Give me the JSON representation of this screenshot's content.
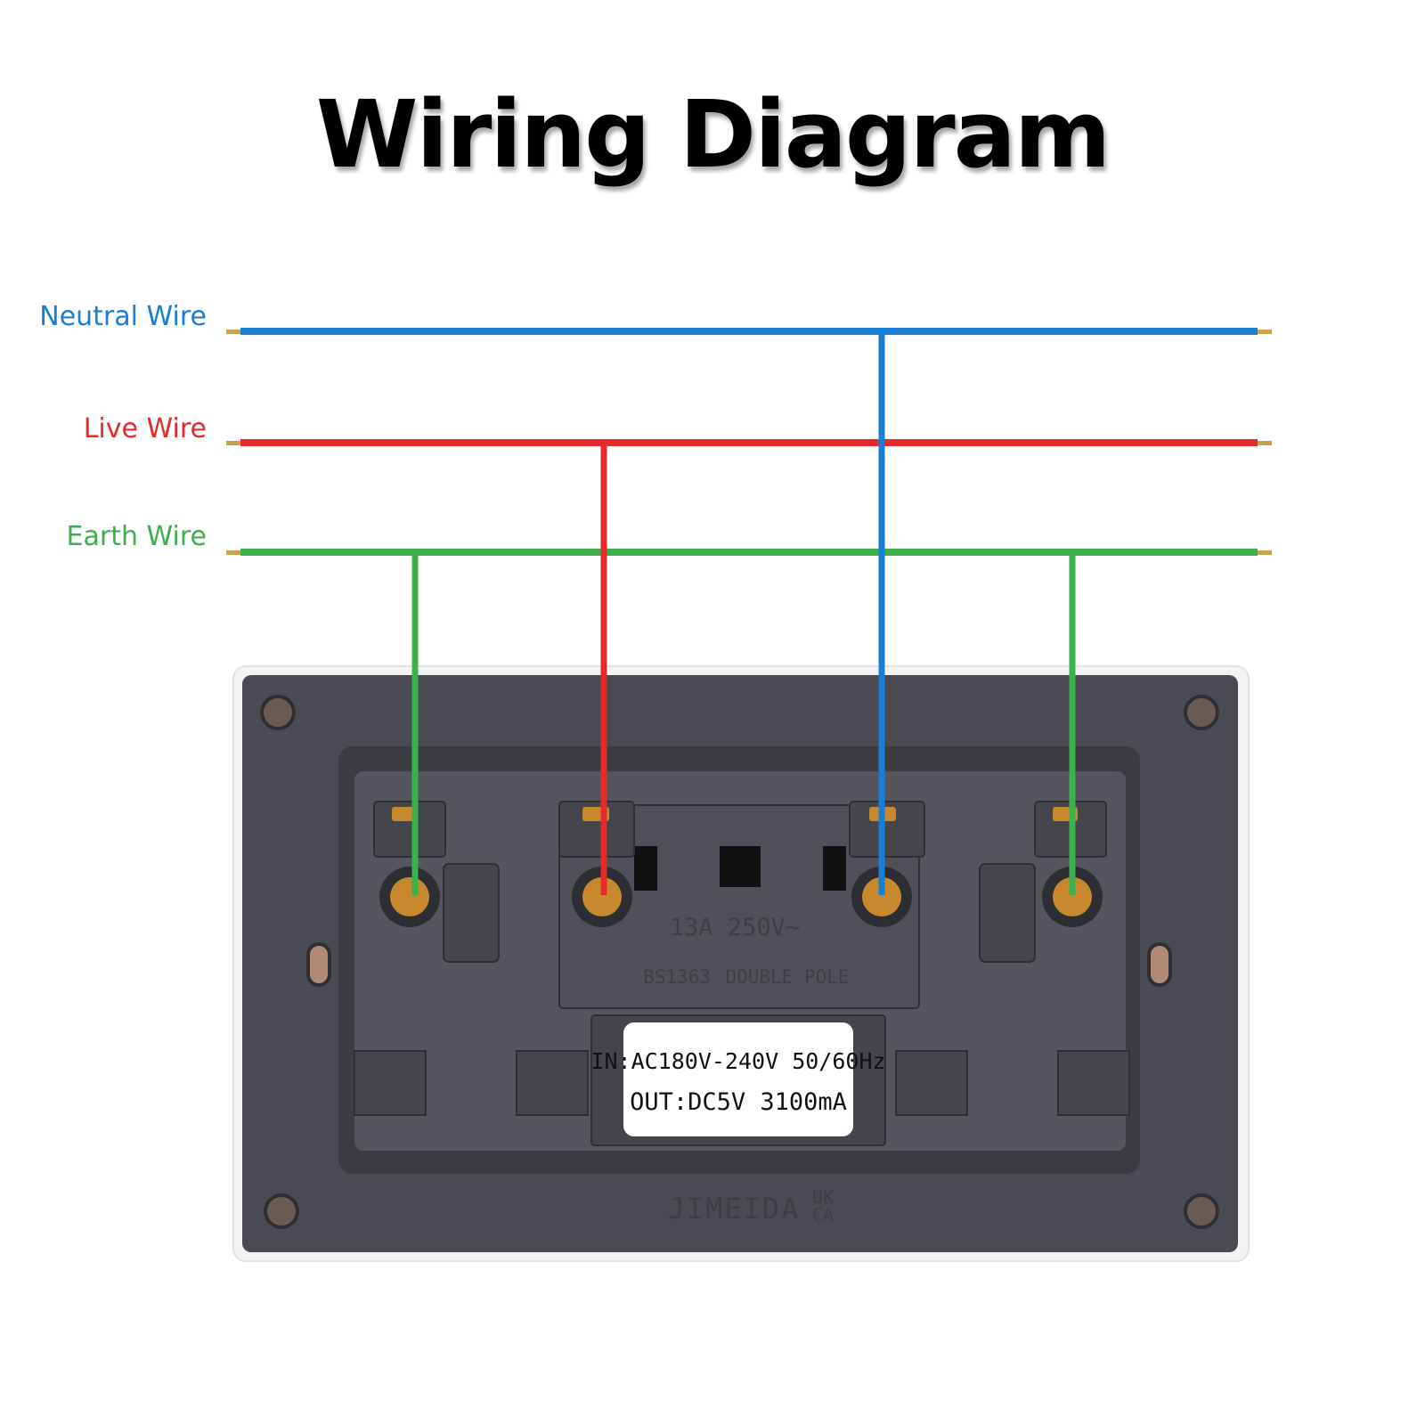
{
  "title": "Wiring Diagram",
  "wires": [
    {
      "key": "neutral",
      "label": "Neutral Wire",
      "color": "#1a7fd4"
    },
    {
      "key": "live",
      "label": "Live Wire",
      "color": "#e42a2a"
    },
    {
      "key": "earth",
      "label": "Earth Wire",
      "color": "#3daf4c"
    }
  ],
  "socket": {
    "rating": "13A 250V~",
    "standard": "BS1363",
    "pole": "DOUBLE POLE",
    "spec_in": "IN:AC180V-240V 50/60Hz",
    "spec_out": "OUT:DC5V 3100mA",
    "brand": "JIMEIDA",
    "mark_top": "UK",
    "mark_bottom": "CA"
  },
  "colors": {
    "plate": "#4a4b52",
    "plate_dark": "#3b3c42",
    "terminal_brass": "#c8892e",
    "copper_tip": "#c9a34a"
  }
}
